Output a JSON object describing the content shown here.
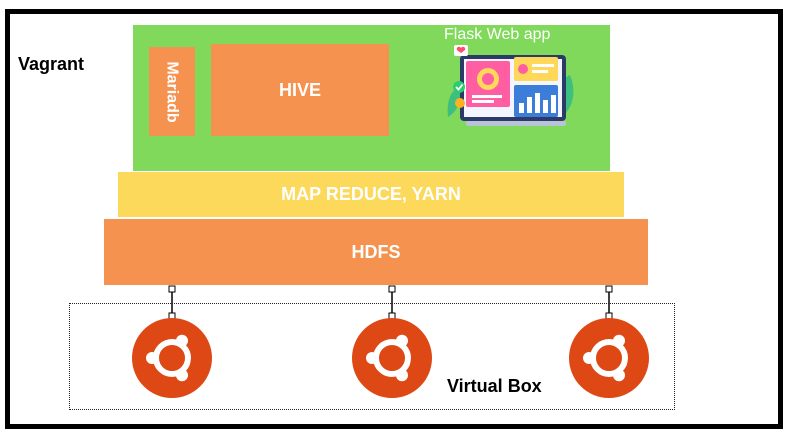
{
  "outer": {
    "label": "Vagrant"
  },
  "app_layer": {
    "mariadb_label": "Mariadb",
    "hive_label": "HIVE",
    "flask_label": "Flask Web app",
    "flask_icon": "dashboard-illustration-icon"
  },
  "mapreduce_label": "MAP REDUCE, YARN",
  "hdfs_label": "HDFS",
  "virtualbox": {
    "label": "Virtual Box",
    "nodes": [
      "ubuntu-logo-icon",
      "ubuntu-logo-icon",
      "ubuntu-logo-icon"
    ]
  },
  "colors": {
    "green": "#80d95a",
    "orange": "#f5924f",
    "yellow": "#fcd95a",
    "ubuntu": "#dd4814"
  }
}
